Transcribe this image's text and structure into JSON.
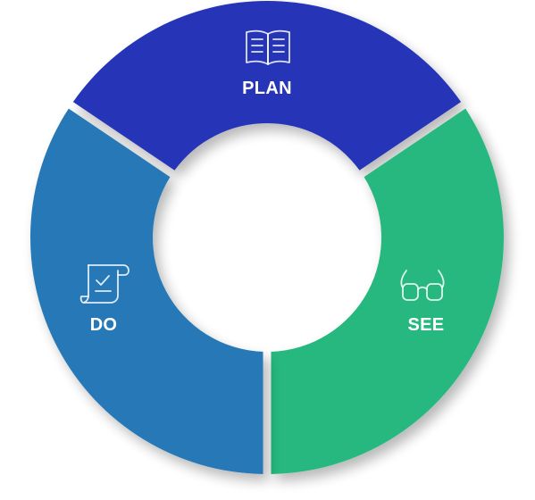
{
  "segments": [
    {
      "id": "plan",
      "label": "PLAN",
      "icon": "open-book-icon",
      "color": "#2636b8"
    },
    {
      "id": "see",
      "label": "SEE",
      "icon": "glasses-icon",
      "color": "#25b87e"
    },
    {
      "id": "do",
      "label": "DO",
      "icon": "scroll-check-icon",
      "color": "#2778b6"
    }
  ]
}
